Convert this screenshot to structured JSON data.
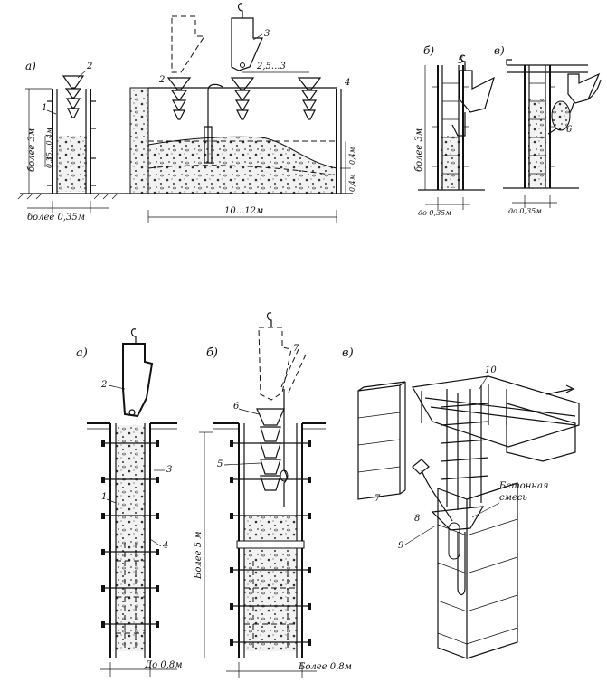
{
  "top_left": {
    "panel_label": "а)",
    "height_label": "более 3м",
    "layer_label": "0,35...0,4м",
    "width_label": "более 0,35м",
    "span_label": "10...12м",
    "step_label": "2,5...3",
    "layer_a": "0,4м",
    "layer_b": "0,4м",
    "callouts": [
      "1",
      "2",
      "2",
      "3",
      "4"
    ]
  },
  "top_right": {
    "panel_b": "б)",
    "panel_v": "в)",
    "height_label": "более 3м",
    "width_b": "до 0,35м",
    "width_v": "до 0,35м",
    "callout_5": "5",
    "callout_6": "6"
  },
  "bottom": {
    "panel_a": "а)",
    "panel_b": "б)",
    "panel_v": "в)",
    "width_a": "До 0,8м",
    "width_b": "Более 0,8м",
    "height_b": "Более 5 м",
    "mix_label_1": "Бетонная",
    "mix_label_2": "смесь",
    "callouts": {
      "c1": "1",
      "c2": "2",
      "c3": "3",
      "c4": "4",
      "c5": "5",
      "c6": "6",
      "c7": "7",
      "c7b": "7",
      "c8": "8",
      "c9": "9",
      "c10": "10"
    }
  }
}
